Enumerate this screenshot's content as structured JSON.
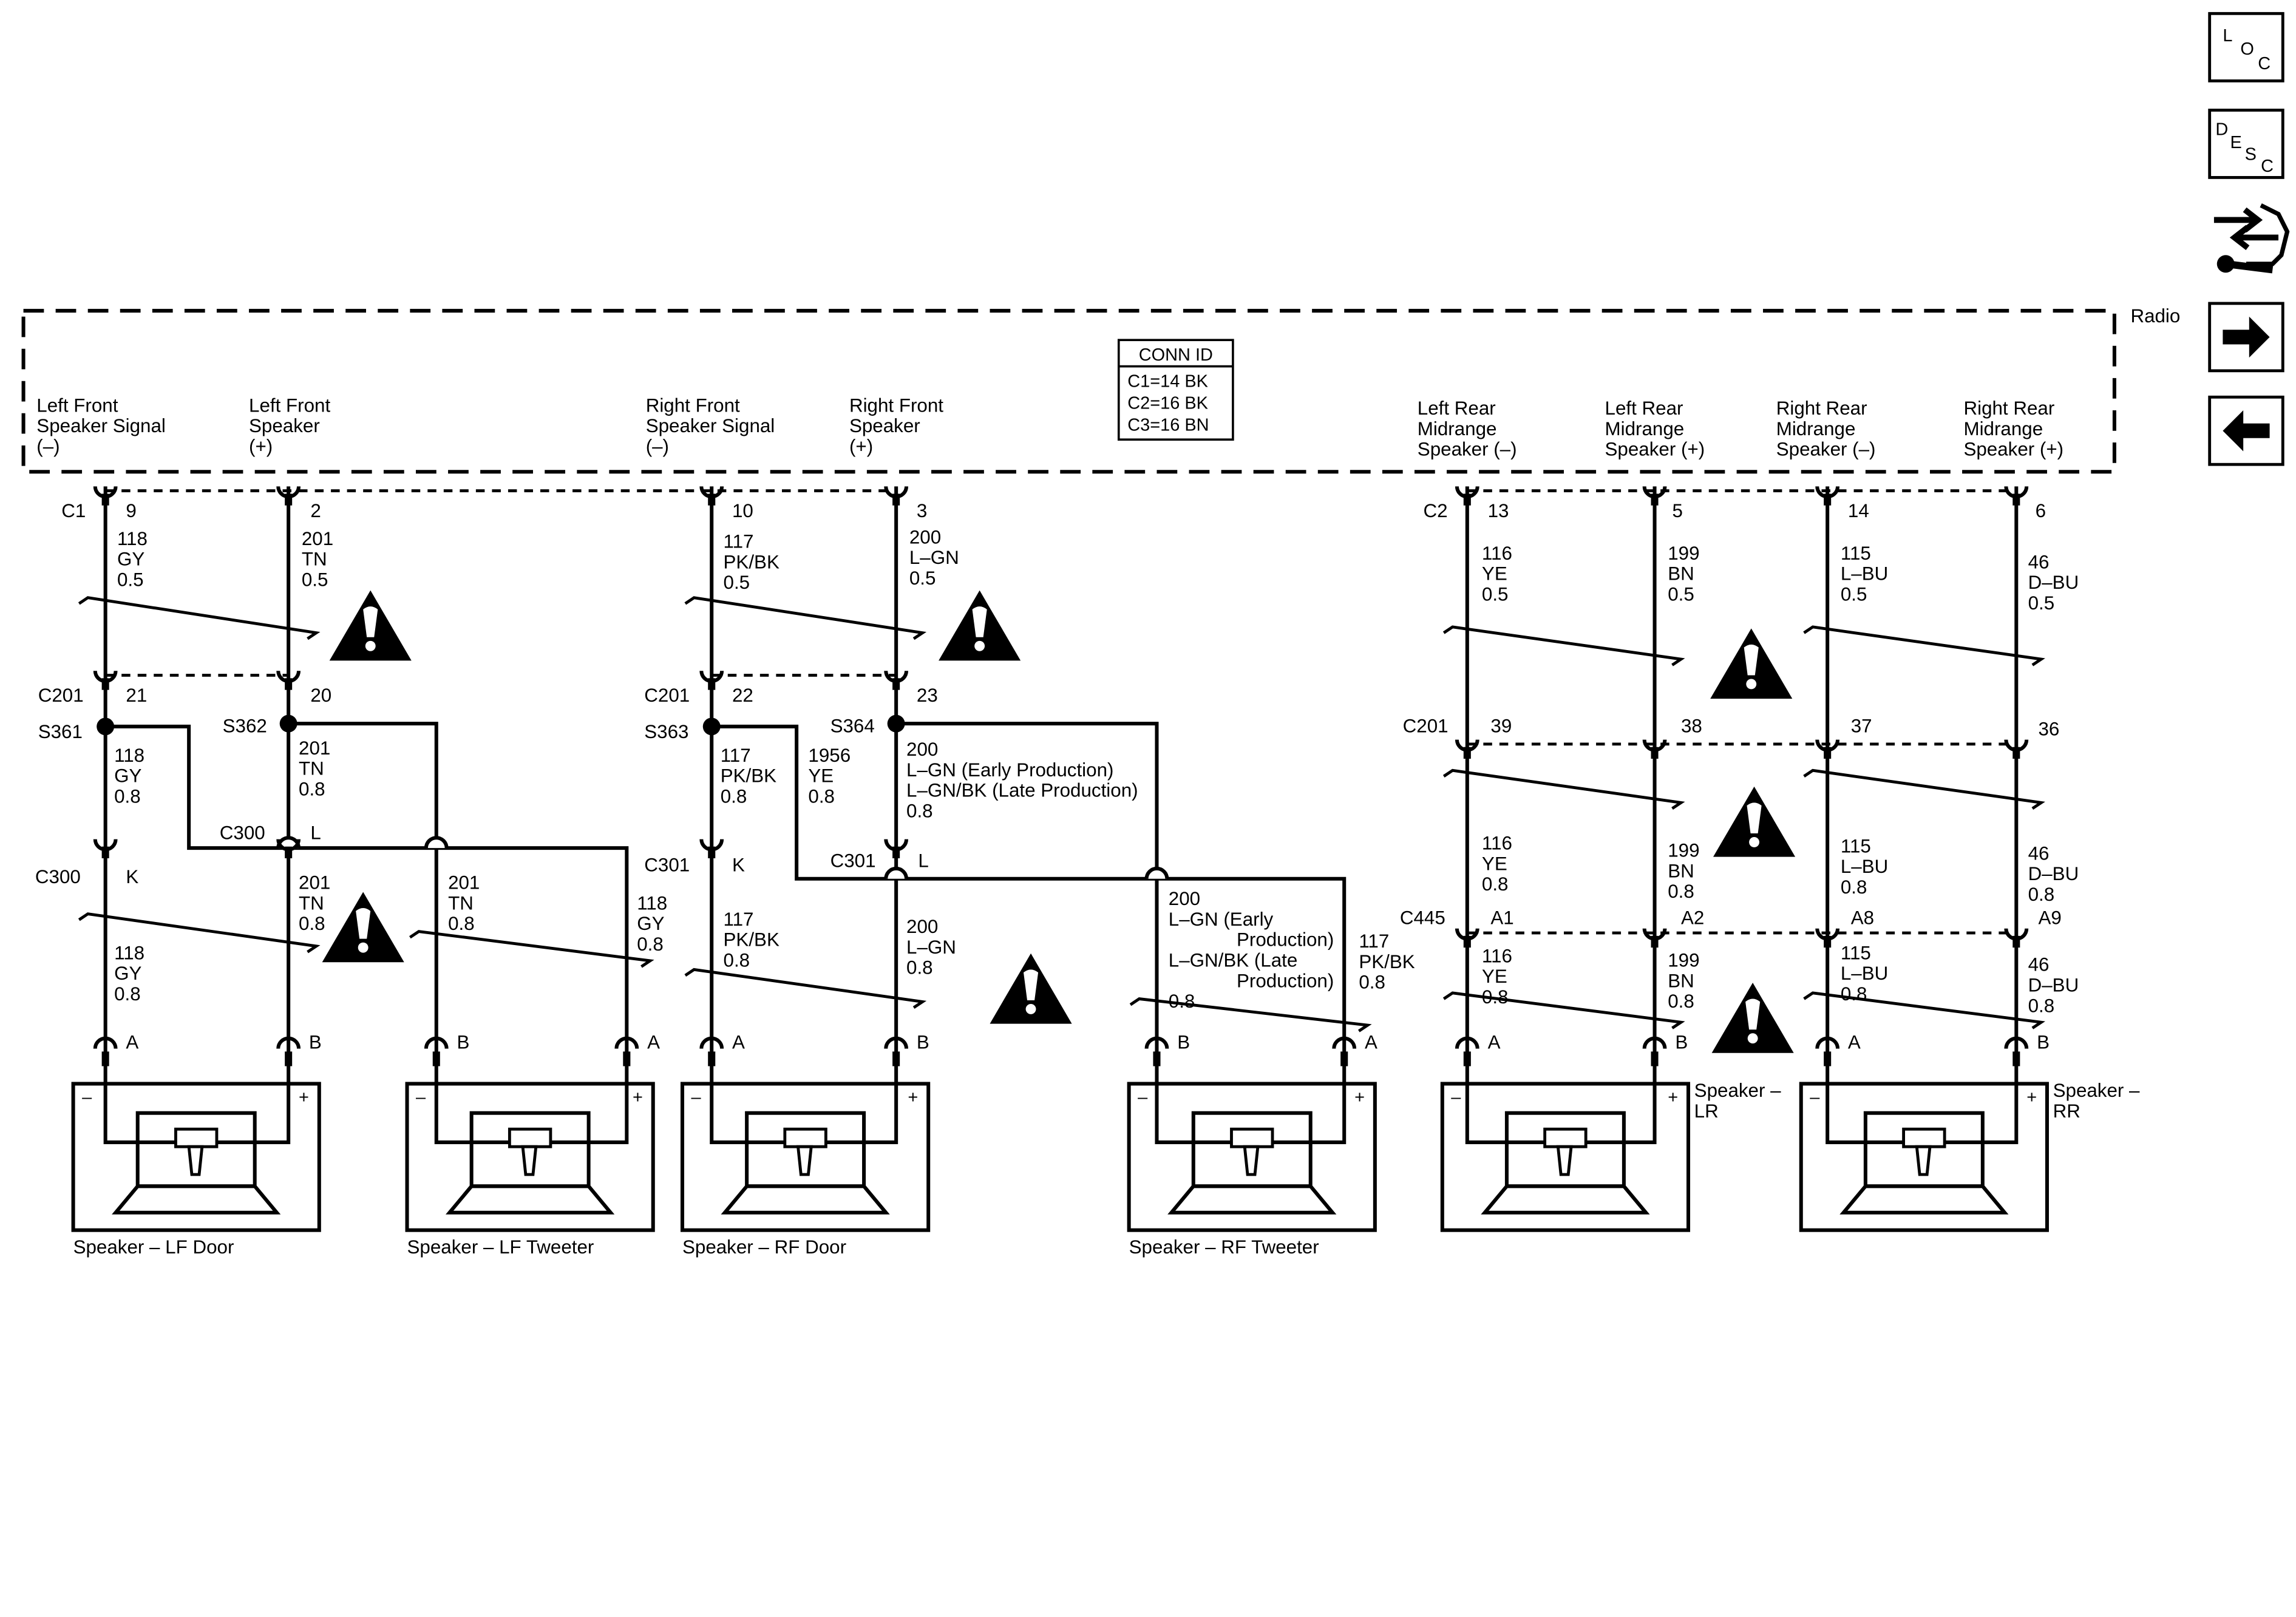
{
  "nav": {
    "loc_letters": [
      "L",
      "O",
      "C"
    ],
    "desc_letters": [
      "D",
      "E",
      "S",
      "C"
    ],
    "tool_icon": "tool-wrench-icon",
    "next_icon": "arrow-right-icon",
    "prev_icon": "arrow-left-icon"
  },
  "module": {
    "name": "Radio",
    "conn_id_title": "CONN ID",
    "conn_ids": [
      "C1=14 BK",
      "C2=16 BK",
      "C3=16 BN"
    ]
  },
  "terminals": [
    {
      "id": "lf_neg",
      "label": [
        "Left Front",
        "Speaker Signal",
        "(–)"
      ],
      "pin": "9",
      "conn": "C1",
      "wire1": [
        "118",
        "GY",
        "0.5"
      ],
      "c201": "21",
      "splice": "S361",
      "wire2": [
        "118",
        "GY",
        "0.8"
      ]
    },
    {
      "id": "lf_pos",
      "label": [
        "Left Front",
        "Speaker",
        "(+)"
      ],
      "pin": "2",
      "wire1": [
        "201",
        "TN",
        "0.5"
      ],
      "c201": "20",
      "splice": "S362",
      "wire2": [
        "201",
        "TN",
        "0.8"
      ]
    },
    {
      "id": "rf_neg",
      "label": [
        "Right Front",
        "Speaker Signal",
        "(–)"
      ],
      "pin": "10",
      "wire1": [
        "117",
        "PK/BK",
        "0.5"
      ],
      "c201_conn": "C201",
      "c201": "22",
      "splice": "S363",
      "wire2": [
        "117",
        "PK/BK",
        "0.8"
      ]
    },
    {
      "id": "rf_pos",
      "label": [
        "Right Front",
        "Speaker",
        "(+)"
      ],
      "pin": "3",
      "wire1": [
        "200",
        "L–GN",
        "0.5"
      ],
      "c201": "23",
      "splice": "S364",
      "wire2": [
        "200",
        "L–GN (Early Production)",
        "L–GN/BK (Late Production)",
        "0.8"
      ]
    },
    {
      "id": "lr_neg",
      "label": [
        "Left Rear",
        "Midrange",
        "Speaker (–)"
      ],
      "conn": "C2",
      "pin": "13",
      "wire1": [
        "116",
        "YE",
        "0.5"
      ],
      "c201": "39",
      "wire2": [
        "116",
        "YE",
        "0.8"
      ],
      "c445": "A1",
      "wire3": [
        "116",
        "YE",
        "0.8"
      ]
    },
    {
      "id": "lr_pos",
      "label": [
        "Left Rear",
        "Midrange",
        "Speaker (+)"
      ],
      "pin": "5",
      "wire1": [
        "199",
        "BN",
        "0.5"
      ],
      "c201": "38",
      "wire2": [
        "199",
        "BN",
        "0.8"
      ],
      "c445": "A2",
      "wire3": [
        "199",
        "BN",
        "0.8"
      ]
    },
    {
      "id": "rr_neg",
      "label": [
        "Right Rear",
        "Midrange",
        "Speaker (–)"
      ],
      "pin": "14",
      "wire1": [
        "115",
        "L–BU",
        "0.5"
      ],
      "c201": "37",
      "wire2": [
        "115",
        "L–BU",
        "0.8"
      ],
      "c445": "A8",
      "wire3": [
        "115",
        "L–BU",
        "0.8"
      ]
    },
    {
      "id": "rr_pos",
      "label": [
        "Right Rear",
        "Midrange",
        "Speaker (+)"
      ],
      "pin": "6",
      "wire1": [
        "46",
        "D–BU",
        "0.5"
      ],
      "c201": "36",
      "wire2": [
        "46",
        "D–BU",
        "0.8"
      ],
      "c445": "A9",
      "wire3": [
        "46",
        "D–BU",
        "0.8"
      ]
    }
  ],
  "connectors": {
    "c201": "C201",
    "c300": "C300",
    "c301": "C301",
    "c445": "C445",
    "c300_pin_k": "K",
    "c300_pin_l": "L",
    "c301_pin_k": "K",
    "c301_pin_l": "L"
  },
  "extra_wires": {
    "s363_branch": [
      "1956",
      "YE",
      "0.8"
    ],
    "lf_door_neg": [
      "118",
      "GY",
      "0.8"
    ],
    "lf_door_pos": [
      "201",
      "TN",
      "0.8"
    ],
    "lf_tw_b": [
      "201",
      "TN",
      "0.8"
    ],
    "lf_tw_a": [
      "118",
      "GY",
      "0.8"
    ],
    "rf_door_neg": [
      "117",
      "PK/BK",
      "0.8"
    ],
    "rf_door_pos": [
      "200",
      "L–GN",
      "0.8"
    ],
    "rf_tw_b": [
      "200",
      "L–GN (Early",
      "Production)",
      "L–GN/BK (Late",
      "Production)"
    ],
    "rf_tw_b_size": "0.8",
    "rf_tw_a": [
      "117",
      "PK/BK",
      "0.8"
    ]
  },
  "speakers": [
    {
      "id": "lf_door",
      "name": "Speaker – LF Door",
      "pin_left": "A",
      "pin_right": "B"
    },
    {
      "id": "lf_tweeter",
      "name": "Speaker – LF Tweeter",
      "pin_left": "B",
      "pin_right": "A"
    },
    {
      "id": "rf_door",
      "name": "Speaker – RF Door",
      "pin_left": "A",
      "pin_right": "B"
    },
    {
      "id": "rf_tweeter",
      "name": "Speaker – RF Tweeter",
      "pin_left": "B",
      "pin_right": "A"
    },
    {
      "id": "lr",
      "name_lines": [
        "Speaker –",
        "LR"
      ],
      "pin_left": "A",
      "pin_right": "B"
    },
    {
      "id": "rr",
      "name_lines": [
        "Speaker –",
        "RR"
      ],
      "pin_left": "A",
      "pin_right": "B"
    }
  ],
  "polarity": {
    "neg": "–",
    "pos": "+"
  },
  "warning_icon": "warning-exclamation-icon"
}
